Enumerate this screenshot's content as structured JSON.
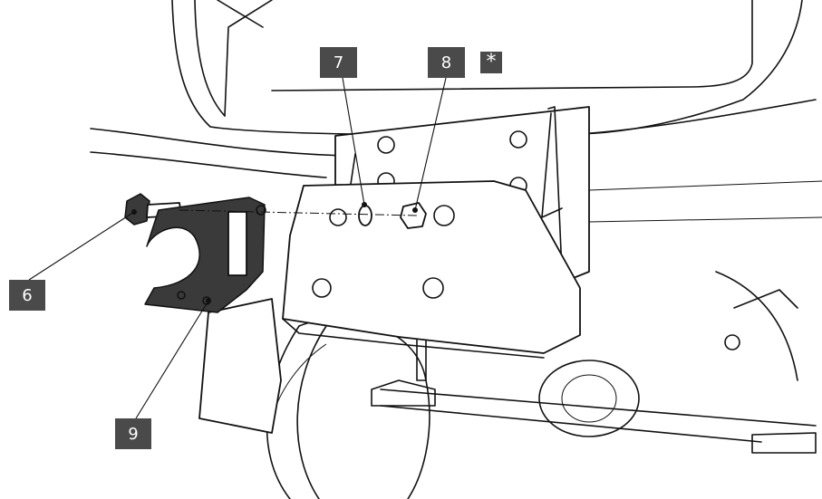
{
  "callouts": {
    "c6": "6",
    "c7": "7",
    "c8": "8",
    "c9": "9",
    "asterisk": "*"
  },
  "colors": {
    "callout_bg": "#4a4a4a",
    "callout_text": "#ffffff",
    "line": "#111111",
    "plate": "#3a3a3a"
  }
}
